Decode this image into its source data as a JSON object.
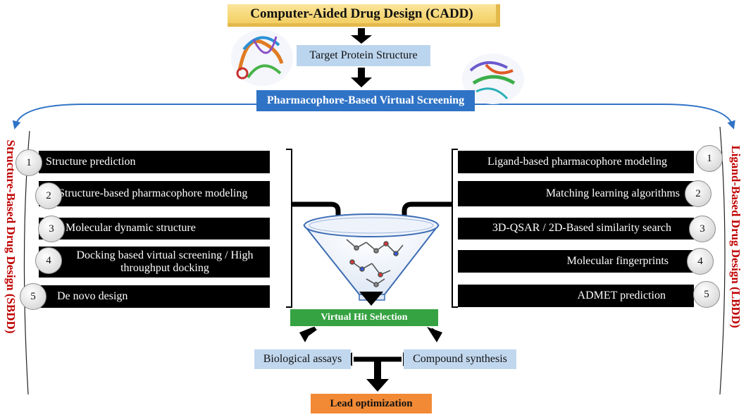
{
  "top": {
    "title": "Computer-Aided Drug Design (CADD)",
    "target": "Target Protein Structure",
    "screening": "Pharmacophore-Based Virtual Screening"
  },
  "sbdd": {
    "label": "Structure-Based Drug Design (SBDD)",
    "steps": [
      {
        "num": "1",
        "text": "Structure prediction"
      },
      {
        "num": "2",
        "text": "Structure-based pharmacophore modeling"
      },
      {
        "num": "3",
        "text": "Molecular dynamic structure"
      },
      {
        "num": "4",
        "text": "Docking based virtual screening / High throughput docking"
      },
      {
        "num": "5",
        "text": "De novo design"
      }
    ]
  },
  "lbdd": {
    "label": "Ligand-Based Drug Design (LBDD)",
    "steps": [
      {
        "num": "1",
        "text": "Ligand-based pharmacophore modeling"
      },
      {
        "num": "2",
        "text": "Matching learning algorithms"
      },
      {
        "num": "3",
        "text": "3D-QSAR / 2D-Based similarity search"
      },
      {
        "num": "4",
        "text": "Molecular fingerprints"
      },
      {
        "num": "5",
        "text": "ADMET prediction"
      }
    ]
  },
  "bottom": {
    "hit_selection": "Virtual Hit Selection",
    "biological": "Biological assays",
    "synthesis": "Compound synthesis",
    "lead": "Lead optimization"
  },
  "colors": {
    "title_fill": "#f3cf63",
    "target_fill": "#bcd5ee",
    "screening_fill": "#2f73c6",
    "hit_fill": "#35a341",
    "lead_fill": "#f28a35",
    "side_label": "#c00000",
    "bracket_line": "#2f73c6"
  }
}
